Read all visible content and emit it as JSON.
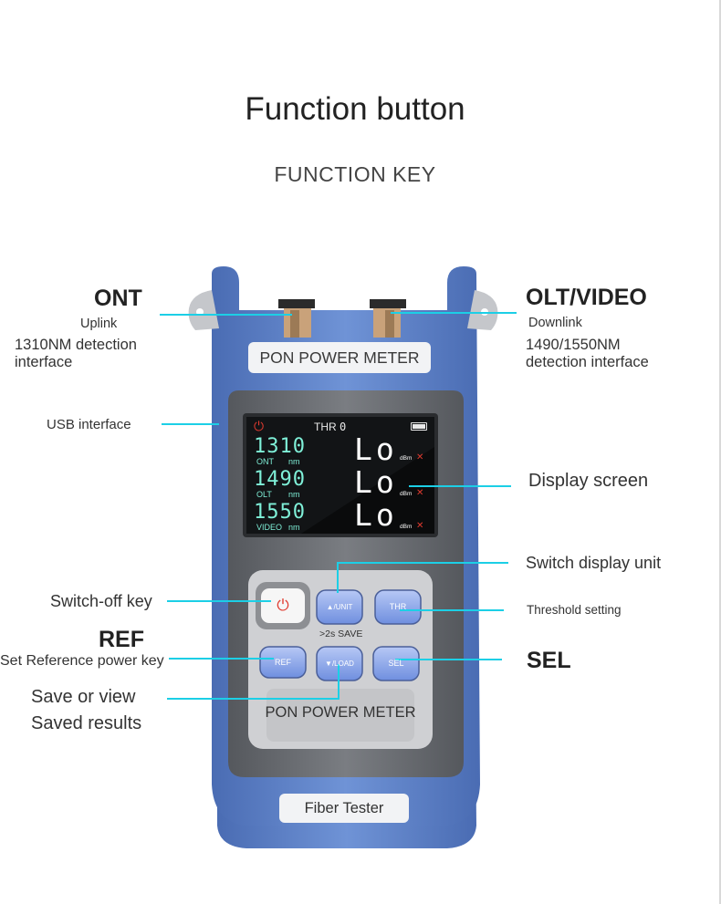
{
  "header": {
    "title": "Function button",
    "subtitle": "FUNCTION KEY"
  },
  "callouts": {
    "ont": {
      "title": "ONT",
      "sub": "Uplink",
      "desc_1": "1310NM detection",
      "desc_2": "interface"
    },
    "olt": {
      "title": "OLT/VIDEO",
      "sub": "Downlink",
      "desc_1": "1490/1550NM",
      "desc_2": "detection interface"
    },
    "usb": "USB interface",
    "display": "Display screen",
    "switch_unit": "Switch display unit",
    "switch_off": "Switch-off key",
    "threshold": "Threshold setting",
    "ref_title": "REF",
    "ref_desc": "Set Reference power key",
    "sel": "SEL",
    "save_1": "Save or view",
    "save_2": "Saved results"
  },
  "device": {
    "top_label": "PON POWER METER",
    "bottom_label": "PON POWER METER",
    "foot_label": "Fiber Tester",
    "lcd": {
      "thr": "THR",
      "rows": [
        {
          "wavelength": "1310",
          "port": "ONT",
          "unit": "nm",
          "reading": "Lo",
          "dbm": "dBm"
        },
        {
          "wavelength": "1490",
          "port": "OLT",
          "unit": "nm",
          "reading": "Lo",
          "dbm": "dBm"
        },
        {
          "wavelength": "1550",
          "port": "VIDEO",
          "unit": "nm",
          "reading": "Lo",
          "dbm": "dBm"
        }
      ]
    },
    "keys": {
      "unit": "▲/UNIT",
      "thr": "THR",
      "ref": "REF",
      "load": "▼/LOAD",
      "sel": "SEL",
      "save_hint": ">2s SAVE"
    }
  },
  "colors": {
    "callout_line": "#1ccfe6",
    "body_blue": "#5b7fc4",
    "body_grey": "#6a6d72",
    "lcd_bg": "#121416",
    "lcd_digits": "#7ff0d8",
    "key_blue": "#8fa8e8"
  }
}
